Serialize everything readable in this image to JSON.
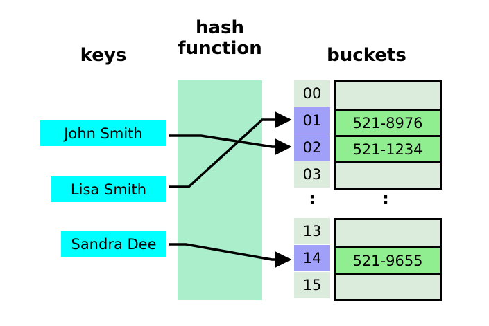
{
  "headers": {
    "keys": "keys",
    "hash_function_line1": "hash",
    "hash_function_line2": "function",
    "buckets": "buckets"
  },
  "keys": [
    {
      "label": "John Smith"
    },
    {
      "label": "Lisa Smith"
    },
    {
      "label": "Sandra Dee"
    }
  ],
  "ellipsis": {
    "index_mark": ":",
    "value_mark": ":"
  },
  "table_top": {
    "rows": [
      {
        "index": "00",
        "value": "",
        "highlighted": false
      },
      {
        "index": "01",
        "value": "521-8976",
        "highlighted": true
      },
      {
        "index": "02",
        "value": "521-1234",
        "highlighted": true
      },
      {
        "index": "03",
        "value": "",
        "highlighted": false
      }
    ]
  },
  "table_bottom": {
    "rows": [
      {
        "index": "13",
        "value": "",
        "highlighted": false
      },
      {
        "index": "14",
        "value": "521-9655",
        "highlighted": true
      },
      {
        "index": "15",
        "value": "",
        "highlighted": false
      }
    ]
  },
  "mappings": [
    {
      "from": "John Smith",
      "to": "02"
    },
    {
      "from": "Lisa Smith",
      "to": "01"
    },
    {
      "from": "Sandra Dee",
      "to": "14"
    }
  ],
  "colors": {
    "key_box": "#00ffff",
    "hash_band": "#aaeecc",
    "index_highlight": "#a0a0f8",
    "index_plain": "#dcecdc",
    "value_filled": "#90ee90",
    "value_empty": "#dcecdc",
    "stroke": "#000000"
  }
}
